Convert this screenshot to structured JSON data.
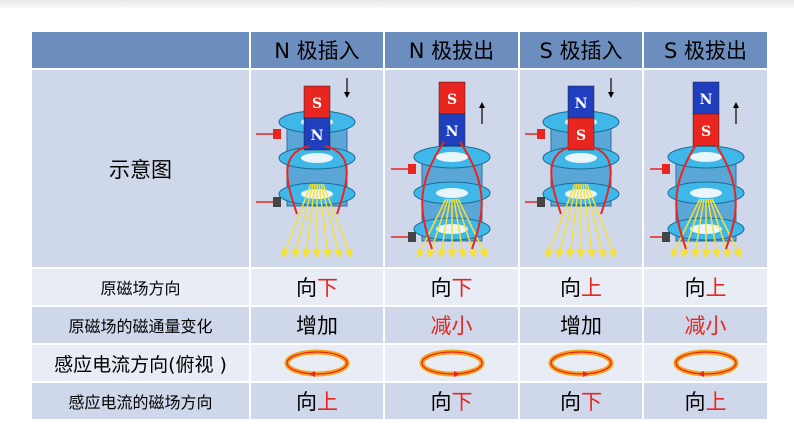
{
  "headers": [
    "N 极插入",
    "N 极拔出",
    "S 极插入",
    "S 极拔出"
  ],
  "rows": {
    "diagram_label": "示意图",
    "original_field": {
      "label": "原磁场方向",
      "values": [
        {
          "a": "向",
          "b": "下"
        },
        {
          "a": "向",
          "b": "下"
        },
        {
          "a": "向",
          "b": "上"
        },
        {
          "a": "向",
          "b": "上"
        }
      ]
    },
    "flux_change": {
      "label": "原磁场的磁通量变化",
      "values": [
        {
          "text": "增加",
          "color": "#000000"
        },
        {
          "text": "减小",
          "color": "#e8251f"
        },
        {
          "text": "增加",
          "color": "#000000"
        },
        {
          "text": "减小",
          "color": "#e8251f"
        }
      ]
    },
    "induced_current": {
      "label": "感应电流方向(俯视 )",
      "rings": [
        "ring-clockwise-icon",
        "ring-counterclockwise-icon",
        "ring-counterclockwise-icon",
        "ring-clockwise-icon"
      ]
    },
    "induced_field": {
      "label": "感应电流的磁场方向",
      "values": [
        {
          "a": "向",
          "b": "上"
        },
        {
          "a": "向",
          "b": "下"
        },
        {
          "a": "向",
          "b": "下"
        },
        {
          "a": "向",
          "b": "上"
        }
      ]
    }
  },
  "diagrams": [
    {
      "top_pole": "S",
      "bottom_pole": "N",
      "motion": "down",
      "field_color": "#e8251f"
    },
    {
      "top_pole": "S",
      "bottom_pole": "N",
      "motion": "up",
      "field_color": "#e8251f"
    },
    {
      "top_pole": "N",
      "bottom_pole": "S",
      "motion": "down",
      "field_color": "#e8251f"
    },
    {
      "top_pole": "N",
      "bottom_pole": "S",
      "motion": "up",
      "field_color": "#e8251f"
    }
  ],
  "colors": {
    "header_bg": "#6c8ebf",
    "row_dark": "#cfd7ea",
    "row_light": "#e8ecf5",
    "accent_red": "#e8251f",
    "magnet_blue": "#1f3fbf",
    "coil_cyan": "#3fb7e8",
    "ring_orange": "#f6a41d"
  }
}
